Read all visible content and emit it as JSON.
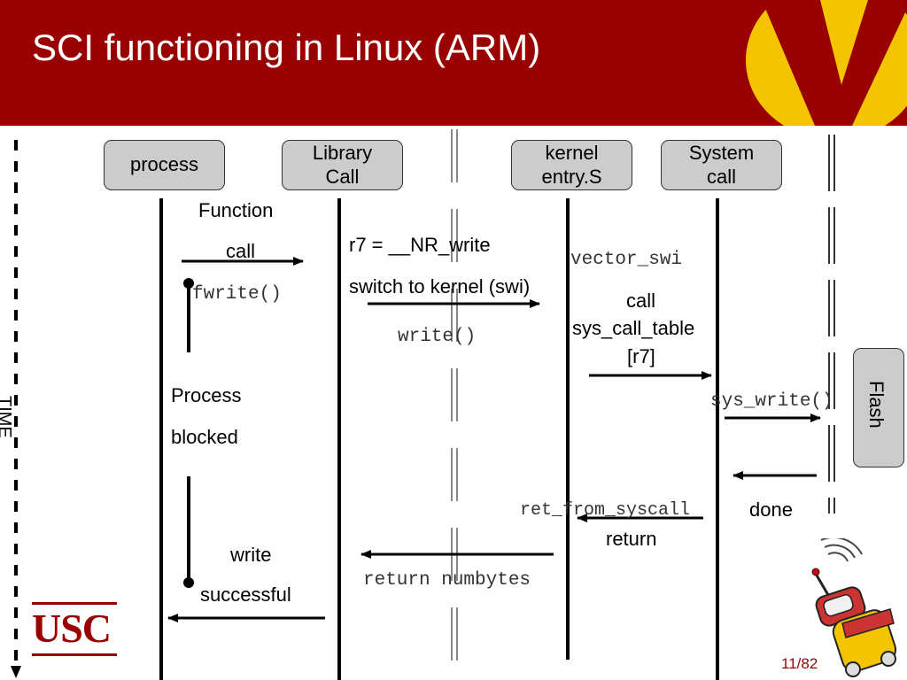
{
  "slide": {
    "title": "SCI functioning in Linux (ARM)",
    "page_number": "11/82",
    "logo_text": "USC",
    "time_axis_label": "TIME"
  },
  "participants": [
    {
      "id": "process",
      "label": "process"
    },
    {
      "id": "library",
      "label": "Library\nCall"
    },
    {
      "id": "kernel",
      "label": "kernel\nentry.S"
    },
    {
      "id": "syscall",
      "label": "System\ncall"
    },
    {
      "id": "flash",
      "label": "Flash"
    }
  ],
  "labels": {
    "function_call_1": "Function",
    "function_call_2": "call",
    "fwrite": "fwrite()",
    "r7_assign": "r7 = __NR_write",
    "switch_kernel": "switch to kernel (swi)",
    "write_fn": "write()",
    "vector_swi": "vector_swi",
    "call_table_1": "call",
    "call_table_2": "sys_call_table",
    "call_table_3": "[r7]",
    "process_blocked_1": "Process",
    "process_blocked_2": "blocked",
    "sys_write": "sys_write()",
    "done": "done",
    "ret_from_syscall": "ret_from_syscall",
    "return": "return",
    "write_successful_1": "write",
    "write_successful_2": "successful",
    "return_numbytes": "return numbytes"
  },
  "colors": {
    "header": "#990000",
    "logo_yellow": "#f5c400",
    "box_fill": "#cccccc"
  }
}
